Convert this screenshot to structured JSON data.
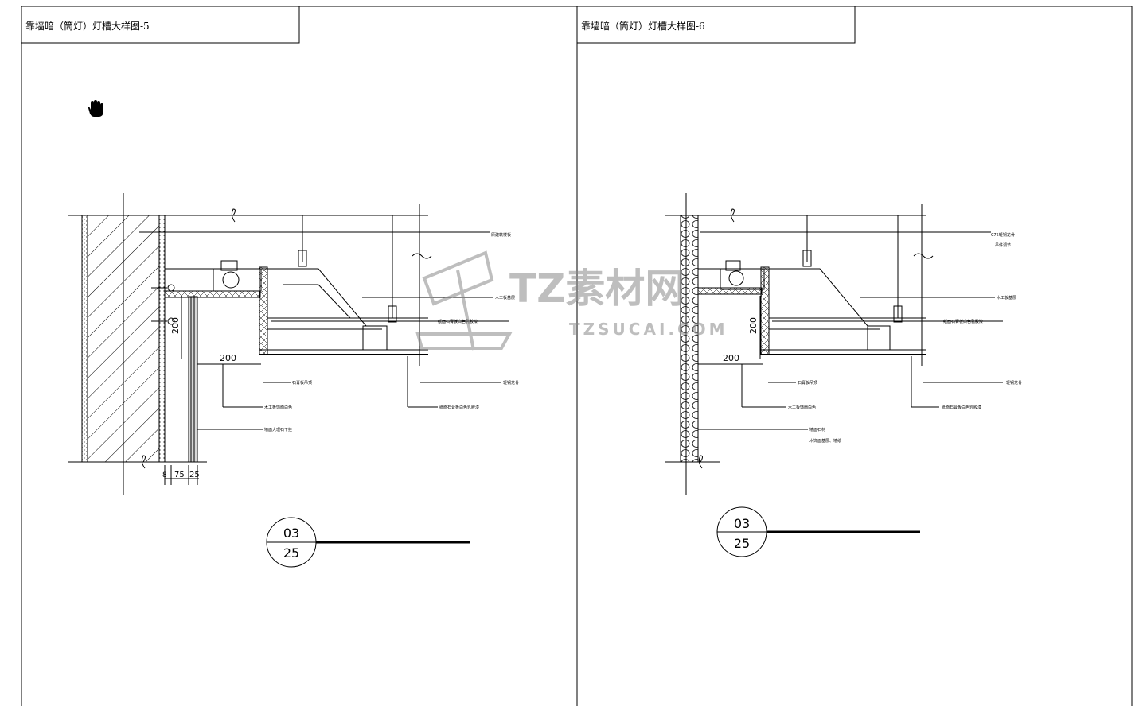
{
  "panels": [
    {
      "title": "靠墙暗（筒灯）灯槽大样图-5",
      "callouts": [
        "原建筑楼板",
        "木工板基层",
        "纸面石膏板白色乳胶漆",
        "轻钢龙骨",
        "木工板饰面白色",
        "石膏板吊顶",
        "纸面石膏板白色乳胶漆",
        "墙面大理石干挂"
      ],
      "dims": [
        "200",
        "200",
        "8",
        "75",
        "25"
      ],
      "symbol": {
        "top": "03",
        "bottom": "25"
      }
    },
    {
      "title": "靠墙暗（筒灯）灯槽大样图-6",
      "callouts": [
        "C75轻钢龙骨",
        "吊件调节",
        "木工板基层",
        "纸面石膏板白色乳胶漆",
        "轻钢龙骨",
        "木工板饰面白色",
        "石膏板吊顶",
        "纸面石膏板白色乳胶漆",
        "墙面石材",
        "木饰面基层、墙纸"
      ],
      "dims": [
        "200",
        "200"
      ],
      "symbol": {
        "top": "03",
        "bottom": "25"
      }
    }
  ],
  "watermark": {
    "brand": "TZ素材网",
    "url": "TZSUCAI.COM",
    "color": "#9a9a9a"
  },
  "icons": {
    "cursor": "hand-cursor-icon"
  }
}
